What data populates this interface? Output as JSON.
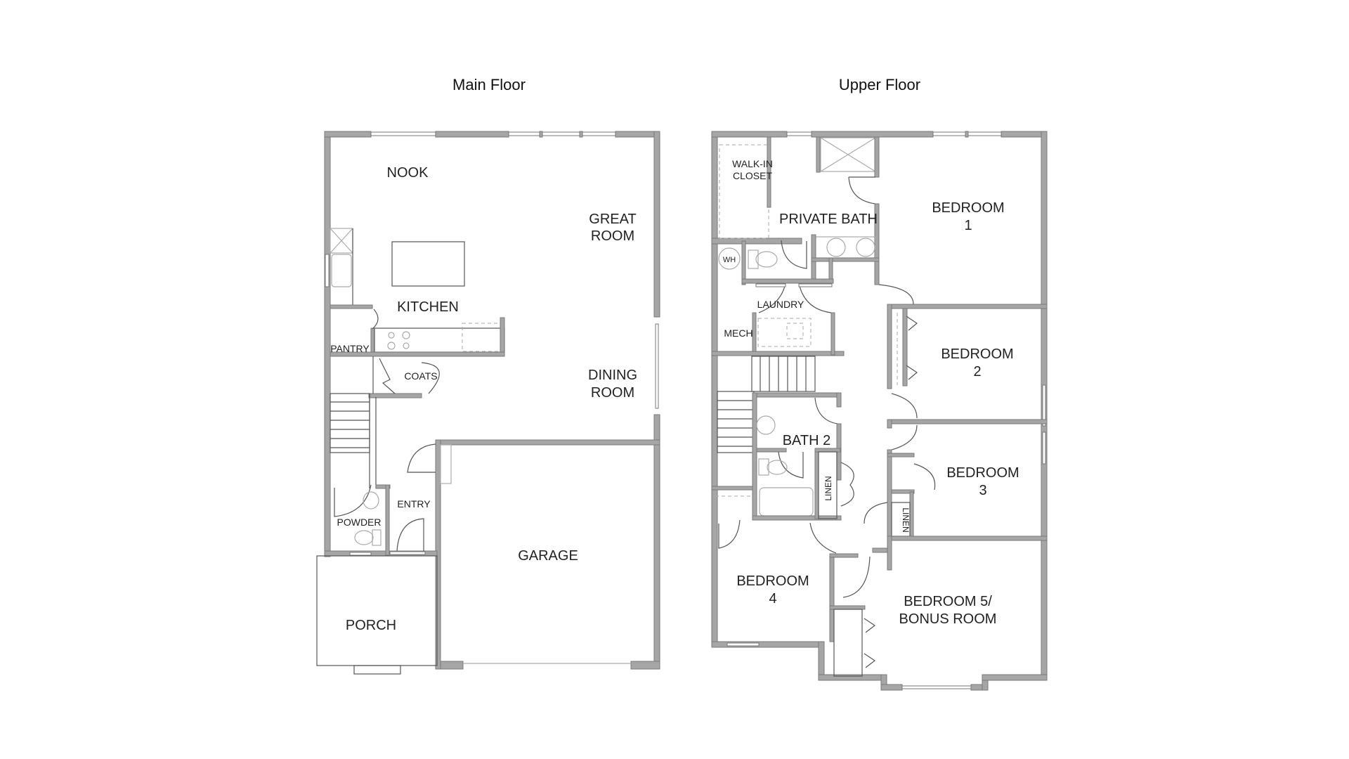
{
  "plan": {
    "main_floor": {
      "title": "Main Floor",
      "rooms": {
        "nook": "NOOK",
        "great_room_1": "GREAT",
        "great_room_2": "ROOM",
        "kitchen": "KITCHEN",
        "pantry": "PANTRY",
        "coats": "COATS",
        "dining_1": "DINING",
        "dining_2": "ROOM",
        "entry": "ENTRY",
        "powder": "POWDER",
        "garage": "GARAGE",
        "porch": "PORCH"
      }
    },
    "upper_floor": {
      "title": "Upper Floor",
      "rooms": {
        "walkin_1": "WALK-IN",
        "walkin_2": "CLOSET",
        "private_bath": "PRIVATE BATH",
        "bedroom1_1": "BEDROOM",
        "bedroom1_2": "1",
        "wh": "WH",
        "laundry": "LAUNDRY",
        "mech": "MECH",
        "bedroom2_1": "BEDROOM",
        "bedroom2_2": "2",
        "bath2": "BATH 2",
        "linen_a": "LINEN",
        "linen_b": "LINEN",
        "bedroom3_1": "BEDROOM",
        "bedroom3_2": "3",
        "bedroom4_1": "BEDROOM",
        "bedroom4_2": "4",
        "bedroom5_1": "BEDROOM 5/",
        "bedroom5_2": "BONUS ROOM"
      }
    },
    "colors": {
      "wall": "#a6a6a6",
      "line": "#555555",
      "text": "#222222",
      "background": "#ffffff"
    }
  }
}
